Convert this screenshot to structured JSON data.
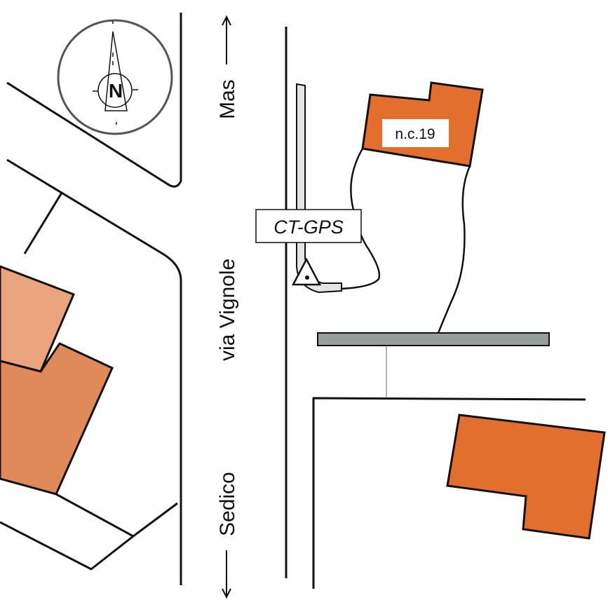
{
  "labels": {
    "north": "N",
    "street_name": "via Vignole",
    "direction_up": "Mas",
    "direction_down": "Sedico",
    "station": "CT-GPS",
    "house_number": "n.c.19"
  },
  "colors": {
    "building": "#E36F2E",
    "building_left": "#E08A59",
    "building_left_light": "#EBA57E",
    "wall": "#959F99",
    "strip": "#E3E6E4"
  }
}
